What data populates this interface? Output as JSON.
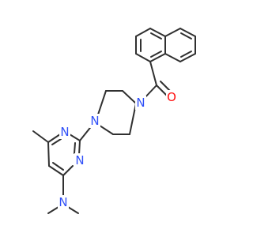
{
  "molecule": {
    "colors": {
      "bond": "#303030",
      "nitrogen": "#3050F8",
      "oxygen": "#FF0D0D"
    },
    "atom_labels": {
      "n_piperazine_top": "N",
      "n_piperazine_bottom": "N",
      "n_pyrimidine_1": "N",
      "n_pyrimidine_3": "N",
      "n_dimethylamino": "N",
      "o_carbonyl": "O"
    }
  }
}
